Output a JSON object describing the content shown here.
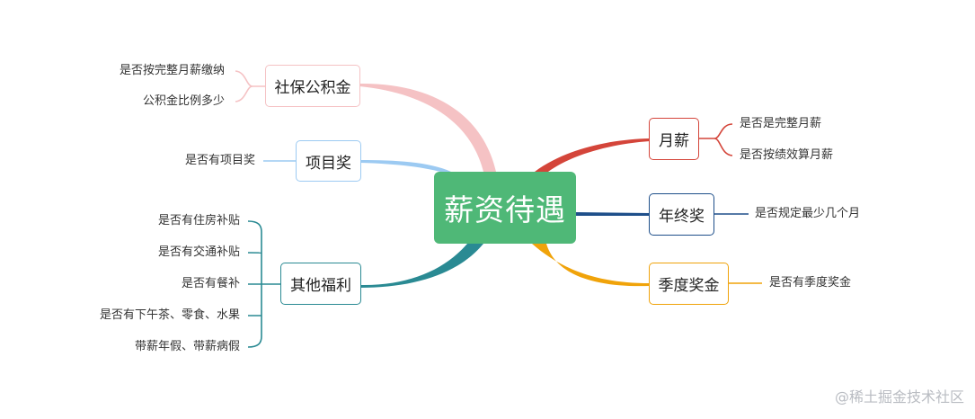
{
  "root": {
    "label": "薪资待遇",
    "color": "#4fb877"
  },
  "branches": {
    "social_insurance": {
      "label": "社保公积金",
      "color": "#f5c2c4",
      "leaves": [
        "是否按完整月薪缴纳",
        "公积金比例多少"
      ]
    },
    "project_bonus": {
      "label": "项目奖",
      "color": "#9ccaf2",
      "leaves": [
        "是否有项目奖"
      ]
    },
    "other_benefits": {
      "label": "其他福利",
      "color": "#2a8a93",
      "leaves": [
        "是否有住房补贴",
        "是否有交通补贴",
        "是否有餐补",
        "是否有下午茶、零食、水果",
        "带薪年假、带薪病假"
      ]
    },
    "monthly_salary": {
      "label": "月薪",
      "color": "#d4453a",
      "leaves": [
        "是否是完整月薪",
        "是否按绩效算月薪"
      ]
    },
    "year_end_bonus": {
      "label": "年终奖",
      "color": "#1e4f8a",
      "leaves": [
        "是否规定最少几个月"
      ]
    },
    "quarterly_bonus": {
      "label": "季度奖金",
      "color": "#f0a30a",
      "leaves": [
        "是否有季度奖金"
      ]
    }
  },
  "watermark": "@稀土掘金技术社区"
}
